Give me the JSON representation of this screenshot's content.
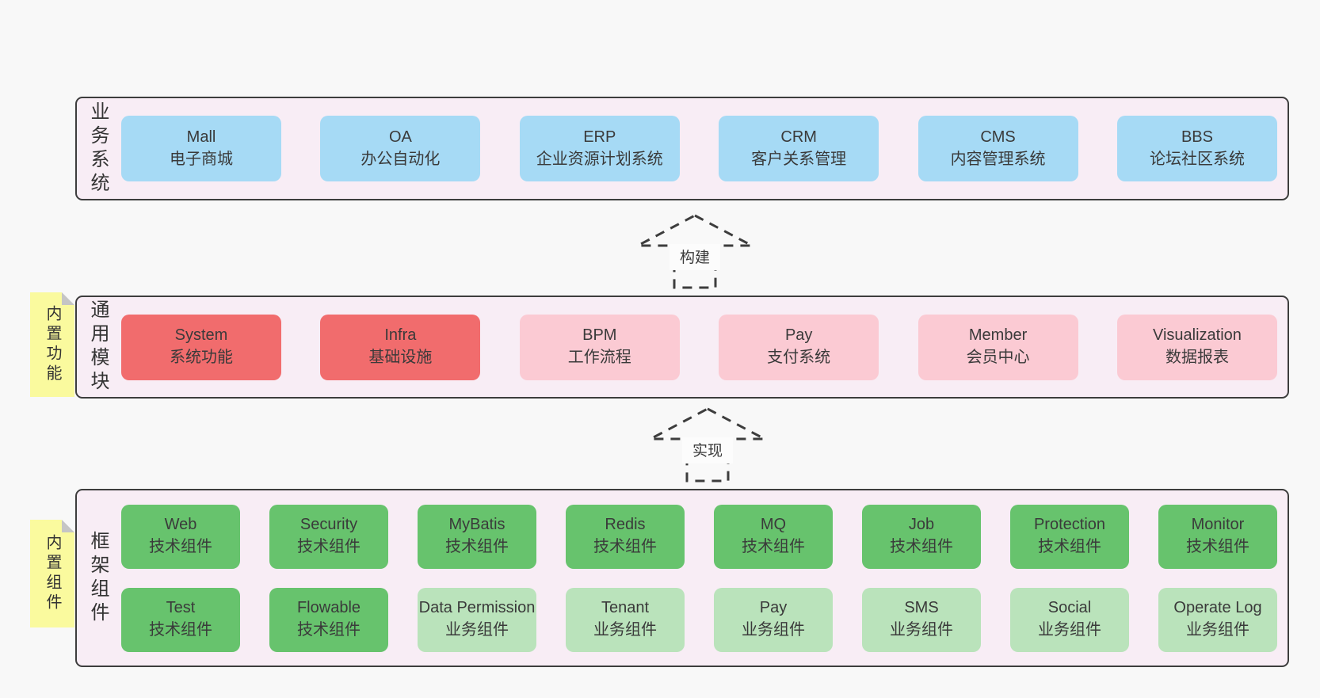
{
  "colors": {
    "page_bg": "#f8f8f8",
    "band_bg": "#f8edf5",
    "band_border": "#3d3d3d",
    "blue_box": "#a6daf5",
    "red_box": "#f16c6d",
    "pink_box": "#fbcad3",
    "green_box": "#67c36d",
    "light_green_box": "#bae3bb",
    "tag_bg": "#fafa9e",
    "tag_fold": "#c5c5c5",
    "arrow_stroke": "#3d3d3d"
  },
  "arrows": [
    {
      "label": "构建"
    },
    {
      "label": "实现"
    }
  ],
  "business_layer": {
    "label": "业务系统",
    "boxes": [
      {
        "name": "Mall",
        "desc": "电子商城"
      },
      {
        "name": "OA",
        "desc": "办公自动化"
      },
      {
        "name": "ERP",
        "desc": "企业资源计划系统"
      },
      {
        "name": "CRM",
        "desc": "客户关系管理"
      },
      {
        "name": "CMS",
        "desc": "内容管理系统"
      },
      {
        "name": "BBS",
        "desc": "论坛社区系统"
      }
    ]
  },
  "module_layer": {
    "label": "通用模块",
    "tag": "内置功能",
    "boxes": [
      {
        "name": "System",
        "desc": "系统功能",
        "type": "red"
      },
      {
        "name": "Infra",
        "desc": "基础设施",
        "type": "red"
      },
      {
        "name": "BPM",
        "desc": "工作流程",
        "type": "pink"
      },
      {
        "name": "Pay",
        "desc": "支付系统",
        "type": "pink"
      },
      {
        "name": "Member",
        "desc": "会员中心",
        "type": "pink"
      },
      {
        "name": "Visualization",
        "desc": "数据报表",
        "type": "pink"
      }
    ]
  },
  "component_layer": {
    "label": "框架组件",
    "tag": "内置组件",
    "row1": [
      {
        "name": "Web",
        "desc": "技术组件"
      },
      {
        "name": "Security",
        "desc": "技术组件"
      },
      {
        "name": "MyBatis",
        "desc": "技术组件"
      },
      {
        "name": "Redis",
        "desc": "技术组件"
      },
      {
        "name": "MQ",
        "desc": "技术组件"
      },
      {
        "name": "Job",
        "desc": "技术组件"
      },
      {
        "name": "Protection",
        "desc": "技术组件"
      },
      {
        "name": "Monitor",
        "desc": "技术组件"
      }
    ],
    "row2": [
      {
        "name": "Test",
        "desc": "技术组件",
        "type": "green"
      },
      {
        "name": "Flowable",
        "desc": "技术组件",
        "type": "green"
      },
      {
        "name": "Data Permission",
        "desc": "业务组件",
        "type": "lgreen"
      },
      {
        "name": "Tenant",
        "desc": "业务组件",
        "type": "lgreen"
      },
      {
        "name": "Pay",
        "desc": "业务组件",
        "type": "lgreen"
      },
      {
        "name": "SMS",
        "desc": "业务组件",
        "type": "lgreen"
      },
      {
        "name": "Social",
        "desc": "业务组件",
        "type": "lgreen"
      },
      {
        "name": "Operate Log",
        "desc": "业务组件",
        "type": "lgreen"
      }
    ]
  }
}
